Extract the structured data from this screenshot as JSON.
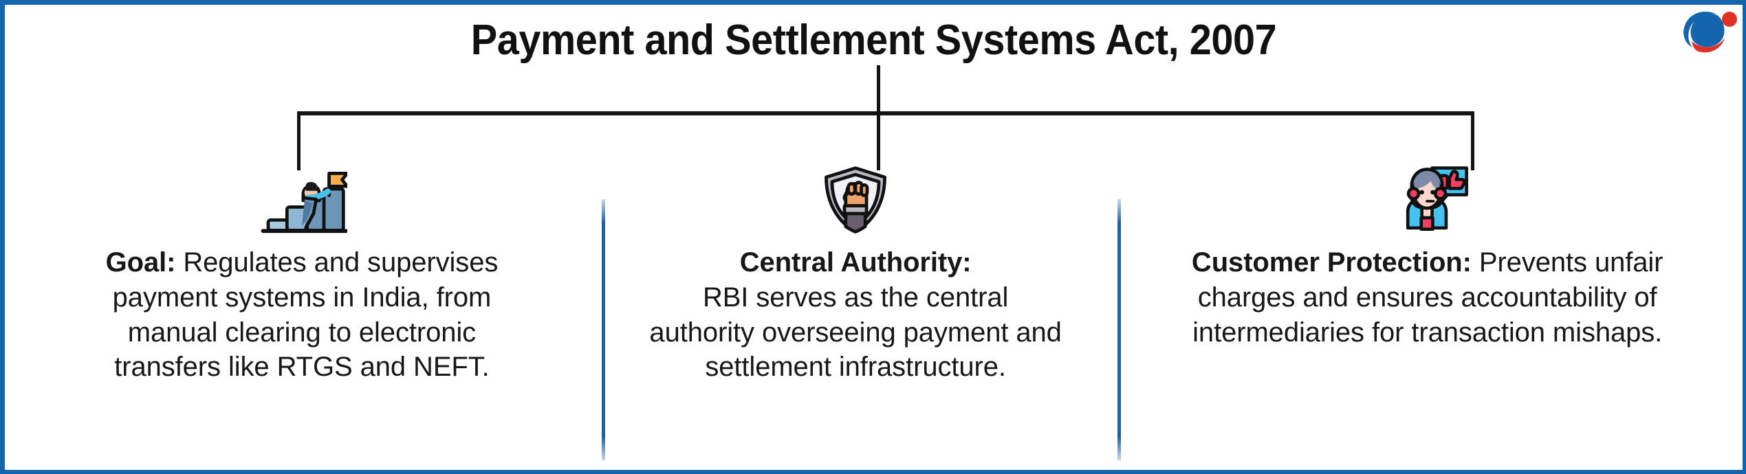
{
  "title": "Payment and Settlement Systems Act, 2007",
  "colors": {
    "frame_blue": "#1565ad",
    "divider_blue": "#1565ad",
    "connector_black": "#141414",
    "logo_blue": "#1565ad",
    "logo_red": "#e03127",
    "flag_orange": "#f9ad4d",
    "step_blue": "#6d95b5",
    "shield_grey": "#9a9aa0",
    "fist_skin": "#f0a368",
    "person_jacket": "#45c3f0",
    "bubble_cyan": "#45c3f0",
    "thumb_pink": "#ef4062"
  },
  "logo": {
    "name": "brand-logo",
    "shapes": [
      "blue-leaf",
      "red-dot",
      "red-swoosh"
    ]
  },
  "columns": [
    {
      "id": "goal",
      "icon": "climbing-steps-flag-icon",
      "label": "Goal:",
      "body": " Regulates and supervises payment systems in India, from manual clearing to electronic transfers like RTGS and NEFT.",
      "label_on_own_line": false
    },
    {
      "id": "central-authority",
      "icon": "shield-fist-icon",
      "label": "Central Authority:",
      "body": "RBI serves as the central authority overseeing payment and settlement infrastructure.",
      "label_on_own_line": true
    },
    {
      "id": "customer-protection",
      "icon": "support-person-thumbsup-icon",
      "label": "Customer Protection:",
      "body": " Prevents unfair charges and ensures accountability of intermediaries for transaction mishaps.",
      "label_on_own_line": false
    }
  ]
}
